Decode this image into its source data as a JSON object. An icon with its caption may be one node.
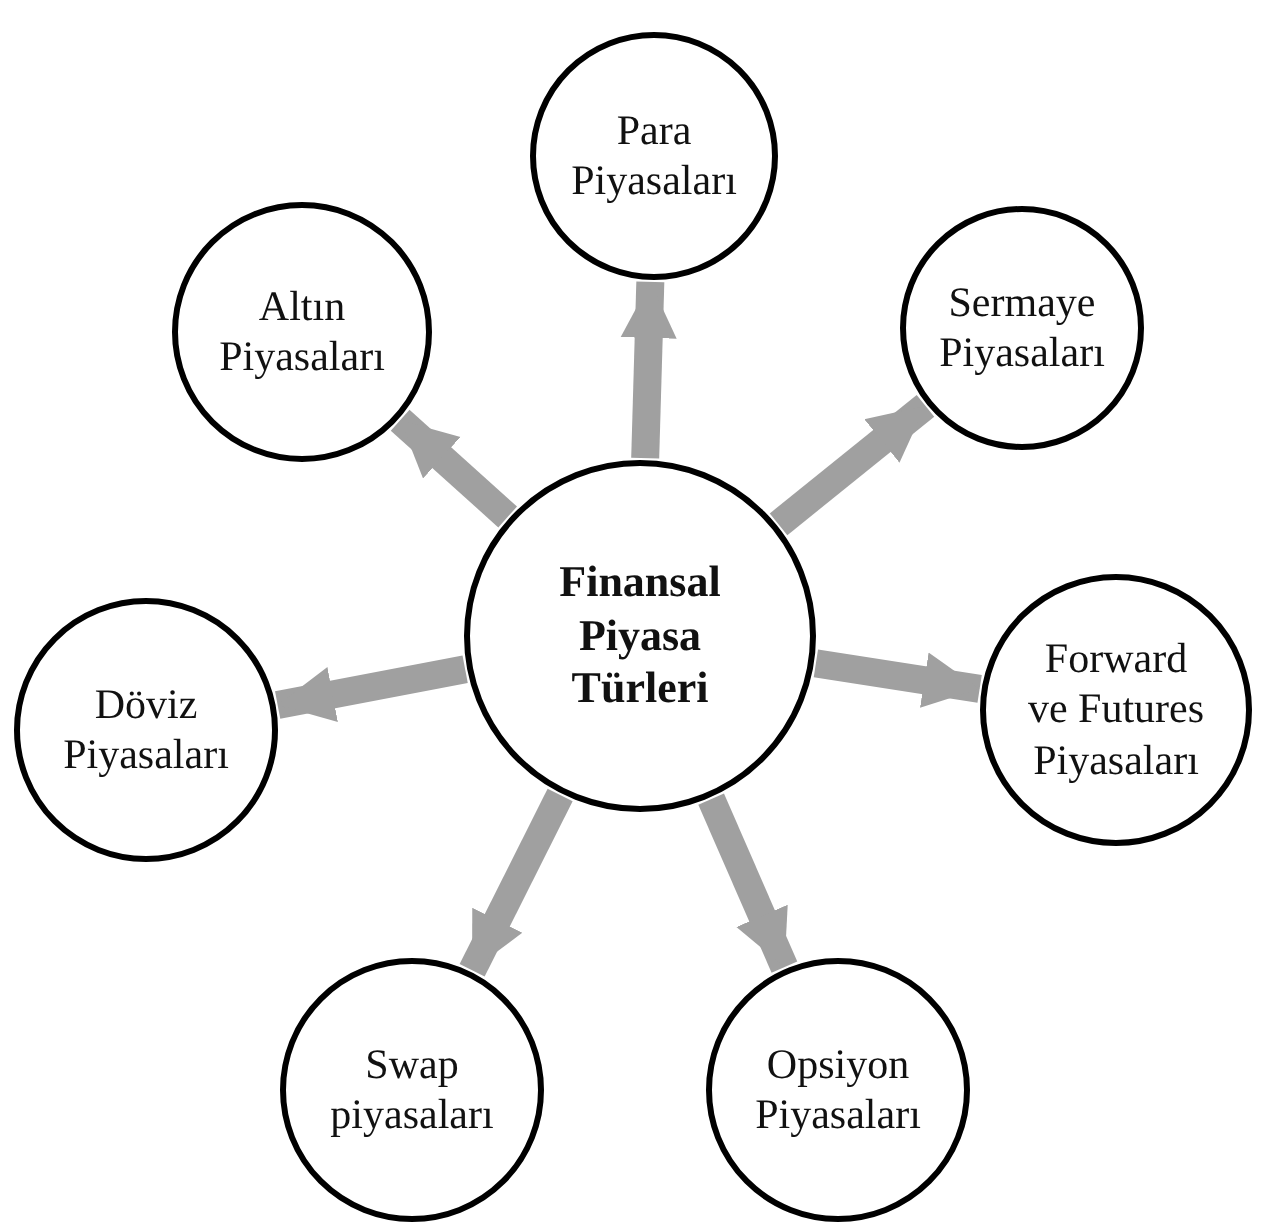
{
  "diagram": {
    "nodes": [
      {
        "text": [
          "Finansal Piyasa Türleri"
        ]
      },
      {
        "text": [
          "Para Piyasaları"
        ]
      },
      {
        "text": [
          "Sermaye Piyasaları"
        ]
      },
      {
        "text": [
          "Forward ve Futures Piyasaları"
        ]
      },
      {
        "text": [
          "Opsiyon Piyasaları"
        ]
      },
      {
        "text": [
          "Swap piyasaları"
        ]
      },
      {
        "text": [
          "Döviz Piyasaları"
        ]
      },
      {
        "text": [
          "Altın Piyasaları"
        ]
      }
    ],
    "edges": [
      {
        "from": 0,
        "to": 1,
        "arrow": "to"
      },
      {
        "from": 0,
        "to": 2,
        "arrow": "to"
      },
      {
        "from": 0,
        "to": 3,
        "arrow": "to"
      },
      {
        "from": 0,
        "to": 4,
        "arrow": "to"
      },
      {
        "from": 0,
        "to": 5,
        "arrow": "to"
      },
      {
        "from": 0,
        "to": 6,
        "arrow": "to"
      },
      {
        "from": 0,
        "to": 7,
        "arrow": "to"
      }
    ]
  }
}
